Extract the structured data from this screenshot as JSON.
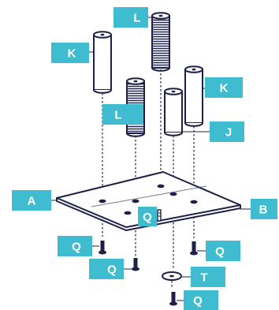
{
  "labels": {
    "A": "A",
    "B": "B",
    "J": "J",
    "K": "K",
    "L": "L",
    "Q": "Q",
    "T": "T"
  },
  "colors": {
    "callout": "#40BCD0",
    "outline": "#1E2048",
    "part_fill": "#ffffff",
    "dashed": "#1E2048"
  }
}
